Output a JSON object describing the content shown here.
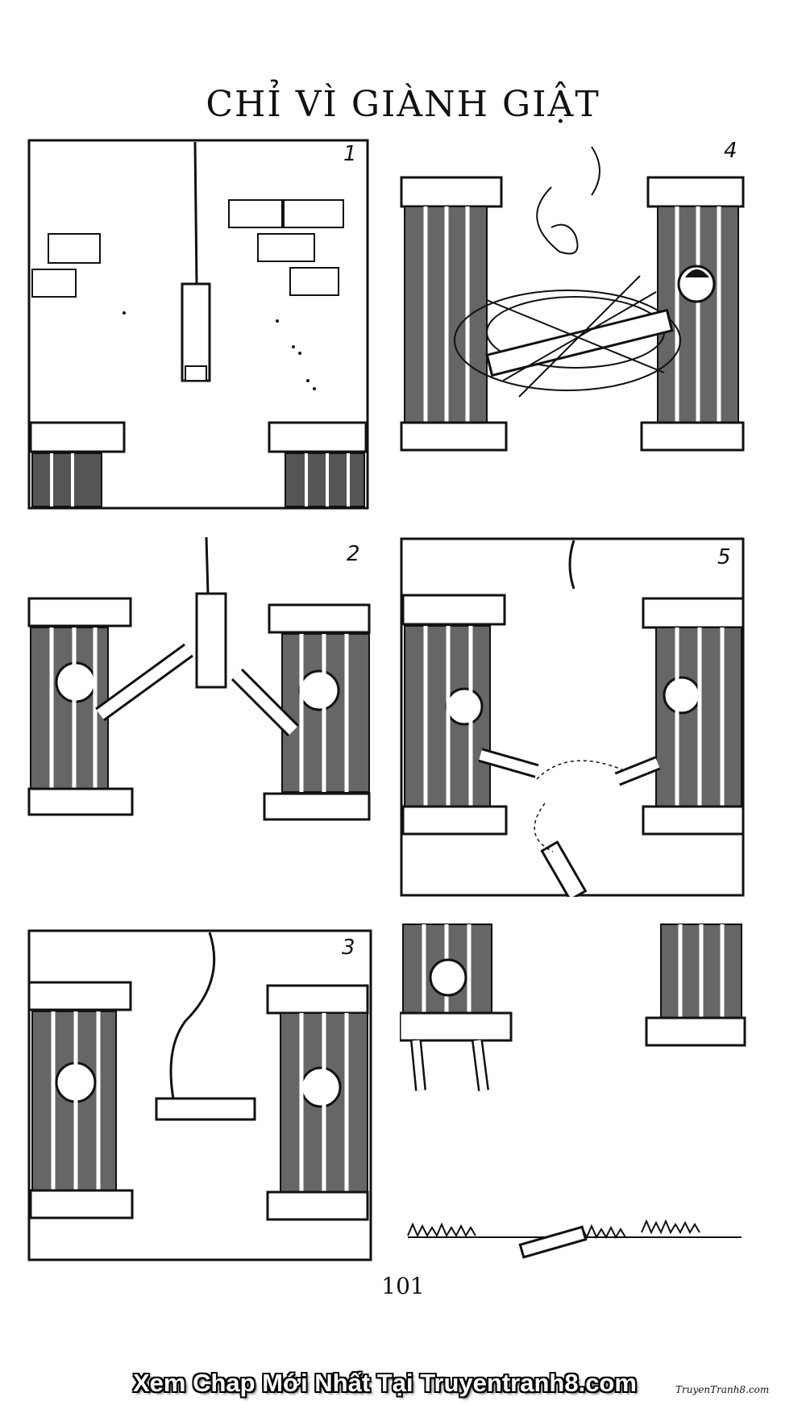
{
  "page": {
    "title": "CHỈ VÌ GIÀNH GIẬT",
    "page_number": "101"
  },
  "panels": [
    {
      "number": "1"
    },
    {
      "number": "2"
    },
    {
      "number": "3"
    },
    {
      "number": "4"
    },
    {
      "number": "5"
    }
  ],
  "footer": {
    "banner_text": "Xem Chap Mới Nhất Tại Truyentranh8.com",
    "watermark": "TruyenTranh8.com"
  }
}
